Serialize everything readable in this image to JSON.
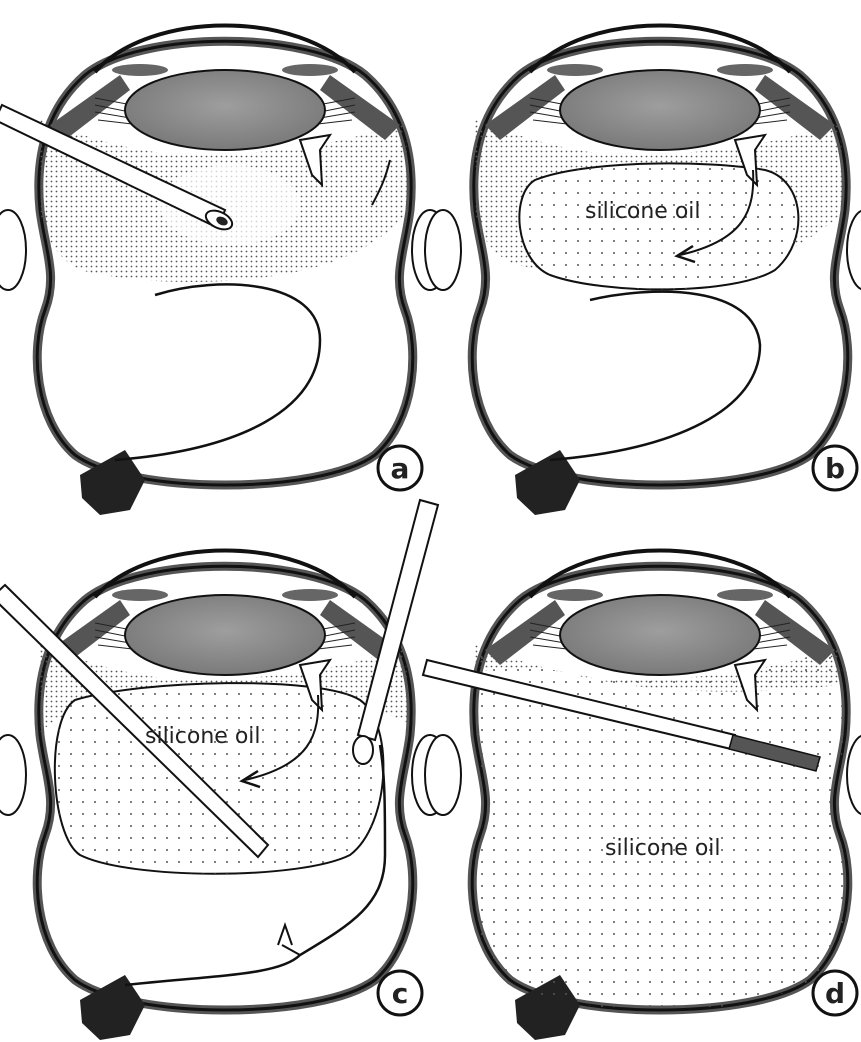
{
  "panels": [
    {
      "letter": "a",
      "label": ""
    },
    {
      "letter": "b",
      "label": "silicone oil"
    },
    {
      "letter": "c",
      "label": "silicone oil"
    },
    {
      "letter": "d",
      "label": "silicone oil"
    }
  ],
  "colors": {
    "outline": "#111111",
    "sclera_rim": "#555555",
    "lens": "#8a8a8a",
    "optic_nerve": "#222222",
    "dot": "#666666"
  }
}
